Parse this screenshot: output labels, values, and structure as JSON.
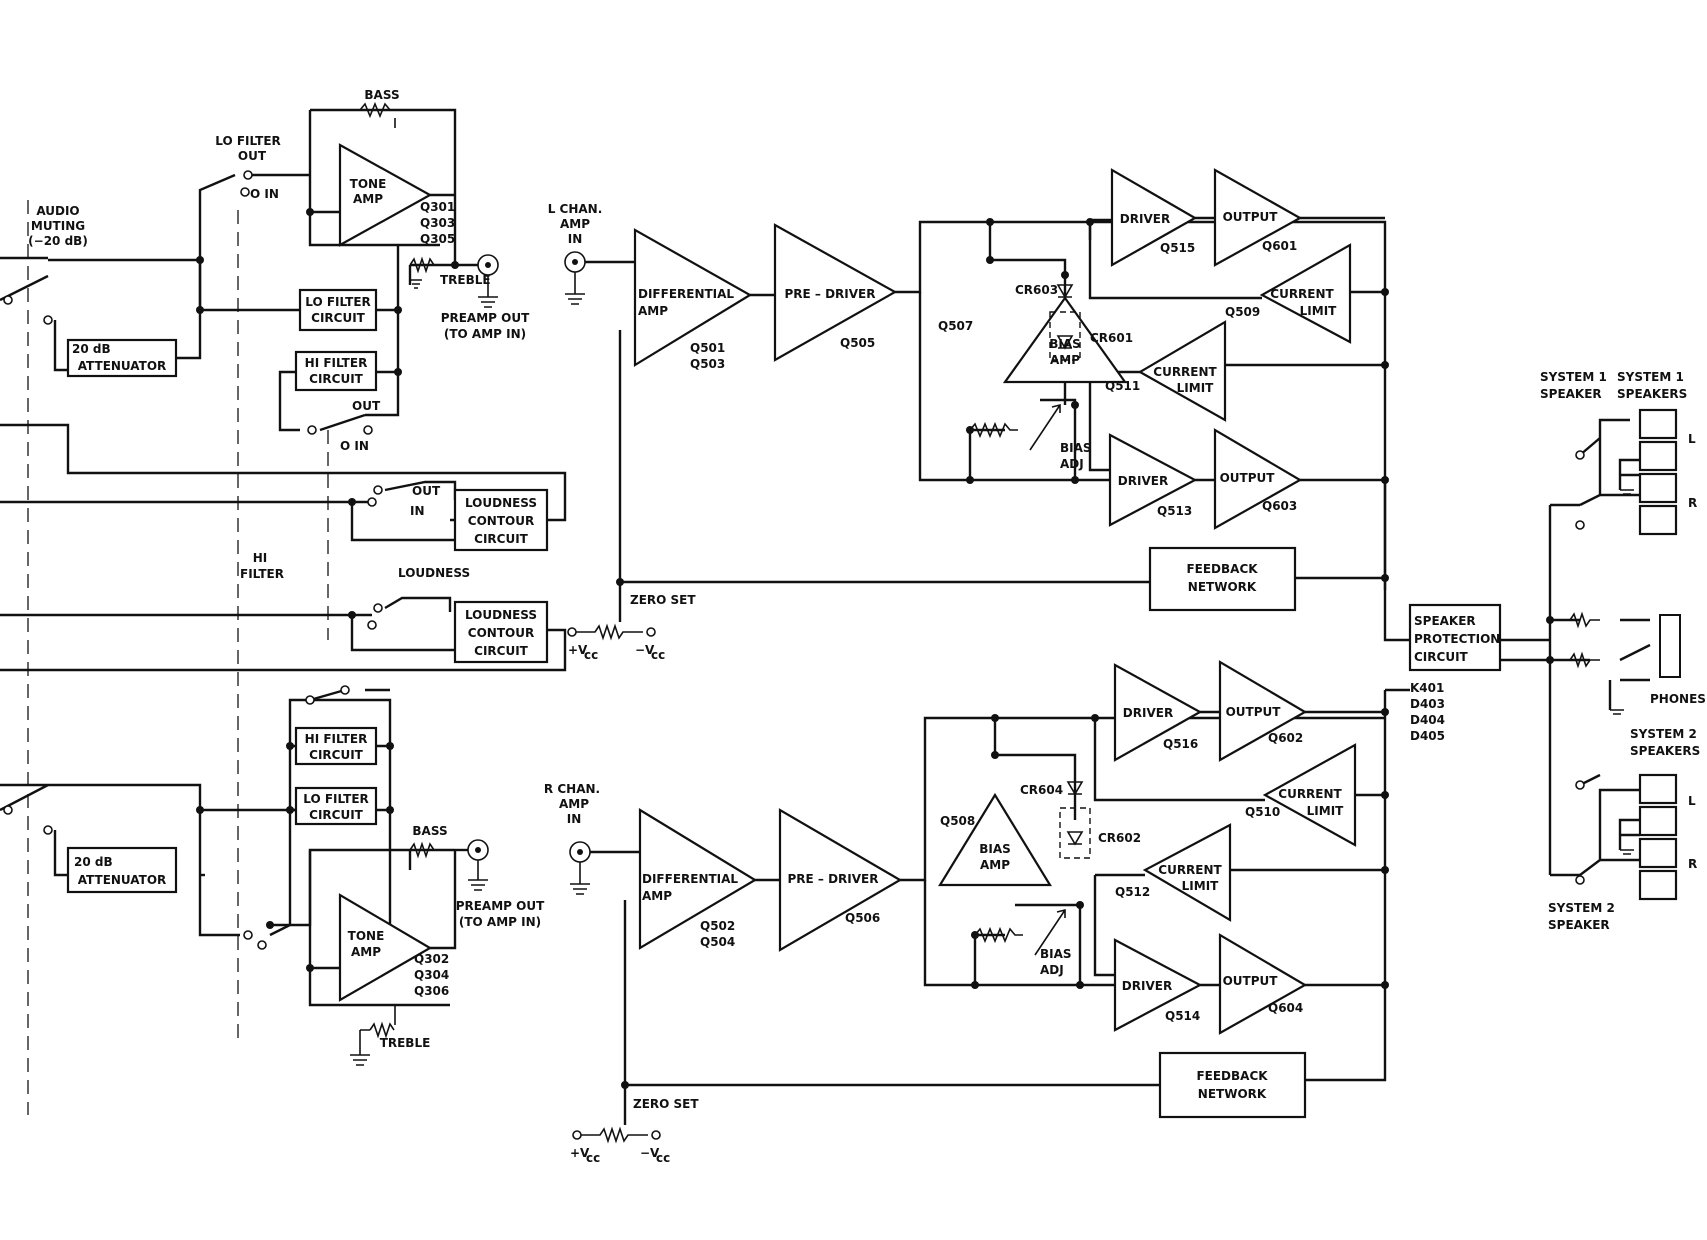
{
  "left_section": {
    "bass_top": "BASS",
    "lo_filter_switch": [
      "LO FILTER",
      "OUT"
    ],
    "o_in_top": "O IN",
    "audio_muting": [
      "AUDIO",
      "MUTING",
      "(−20 dB)"
    ],
    "tone_amp_top": [
      "TONE",
      "AMP"
    ],
    "q_top": [
      "Q301",
      "Q303",
      "Q305"
    ],
    "treble_top": "TREBLE",
    "preamp_out_top": [
      "PREAMP OUT",
      "(TO AMP IN)"
    ],
    "lo_filter_circuit_top": [
      "LO FILTER",
      "CIRCUIT"
    ],
    "attenuator_top": [
      "20 dB",
      "ATTENUATOR"
    ],
    "hi_filter_circuit_top": [
      "HI FILTER",
      "CIRCUIT"
    ],
    "out_label": "OUT",
    "o_in_mid": "O IN",
    "loudness_switch_upper": [
      "OUT",
      "IN"
    ],
    "loudness_contour_upper": [
      "LOUDNESS",
      "CONTOUR",
      "CIRCUIT"
    ],
    "hi_filter_label": [
      "HI",
      "FILTER"
    ],
    "loudness_label": "LOUDNESS",
    "loudness_contour_lower": [
      "LOUDNESS",
      "CONTOUR",
      "CIRCUIT"
    ],
    "hi_filter_circuit_bottom": [
      "HI FILTER",
      "CIRCUIT"
    ],
    "lo_filter_circuit_bottom": [
      "LO FILTER",
      "CIRCUIT"
    ],
    "attenuator_bottom": [
      "20 dB",
      "ATTENUATOR"
    ],
    "bass_bottom": "BASS",
    "preamp_out_bottom": [
      "PREAMP OUT",
      "(TO AMP IN)"
    ],
    "tone_amp_bottom": [
      "TONE",
      "AMP"
    ],
    "q_bottom": [
      "Q302",
      "Q304",
      "Q306"
    ],
    "treble_bottom": "TREBLE"
  },
  "left_channel": {
    "input": [
      "L CHAN.",
      "AMP",
      "IN"
    ],
    "differential_amp": [
      "DIFFERENTIAL",
      "AMP"
    ],
    "differential_q": [
      "Q501",
      "Q503"
    ],
    "pre_driver": "PRE – DRIVER",
    "pre_driver_q": "Q505",
    "bias_amp": [
      "BIAS",
      "AMP"
    ],
    "bias_q": "Q507",
    "cr_top": "CR603",
    "cr_bottom": "CR601",
    "bias_adj": [
      "BIAS",
      "ADJ"
    ],
    "driver_top": "DRIVER",
    "driver_top_q": "Q515",
    "output_top": "OUTPUT",
    "output_top_q": "Q601",
    "current_limit_top": [
      "CURRENT",
      "LIMIT"
    ],
    "current_limit_top_q": "Q509",
    "current_limit_bottom": [
      "CURRENT",
      "LIMIT"
    ],
    "current_limit_bottom_q": "Q511",
    "driver_bottom": "DRIVER",
    "driver_bottom_q": "Q513",
    "output_bottom": "OUTPUT",
    "output_bottom_q": "Q603",
    "feedback": [
      "FEEDBACK",
      "NETWORK"
    ],
    "zero_set": "ZERO SET",
    "vcc_plus": "+V",
    "vcc_minus": "−V",
    "vcc_sub": "cc"
  },
  "right_channel": {
    "input": [
      "R CHAN.",
      "AMP",
      "IN"
    ],
    "differential_amp": [
      "DIFFERENTIAL",
      "AMP"
    ],
    "differential_q": [
      "Q502",
      "Q504"
    ],
    "pre_driver": "PRE – DRIVER",
    "pre_driver_q": "Q506",
    "bias_amp": [
      "BIAS",
      "AMP"
    ],
    "bias_q": "Q508",
    "cr_top": "CR604",
    "cr_bottom": "CR602",
    "bias_adj": [
      "BIAS",
      "ADJ"
    ],
    "driver_top": "DRIVER",
    "driver_top_q": "Q516",
    "output_top": "OUTPUT",
    "output_top_q": "Q602",
    "current_limit_top": [
      "CURRENT",
      "LIMIT"
    ],
    "current_limit_top_q": "Q510",
    "current_limit_bottom": [
      "CURRENT",
      "LIMIT"
    ],
    "current_limit_bottom_q": "Q512",
    "driver_bottom": "DRIVER",
    "driver_bottom_q": "Q514",
    "output_bottom": "OUTPUT",
    "output_bottom_q": "Q604",
    "feedback": [
      "FEEDBACK",
      "NETWORK"
    ],
    "zero_set": "ZERO SET",
    "vcc_plus": "+V",
    "vcc_minus": "−V",
    "vcc_sub": "cc"
  },
  "speaker_section": {
    "protection": [
      "SPEAKER",
      "PROTECTION",
      "CIRCUIT"
    ],
    "protection_parts": [
      "K401",
      "D403",
      "D404",
      "D405"
    ],
    "system1_speaker": [
      "SYSTEM 1",
      "SPEAKER"
    ],
    "system1_speakers": [
      "SYSTEM 1",
      "SPEAKERS"
    ],
    "system1_l": "L",
    "system1_r": "R",
    "phones": "PHONES",
    "system2_speakers": [
      "SYSTEM 2",
      "SPEAKERS"
    ],
    "system2_l": "L",
    "system2_r": "R",
    "system2_speaker": [
      "SYSTEM 2",
      "SPEAKER"
    ]
  }
}
